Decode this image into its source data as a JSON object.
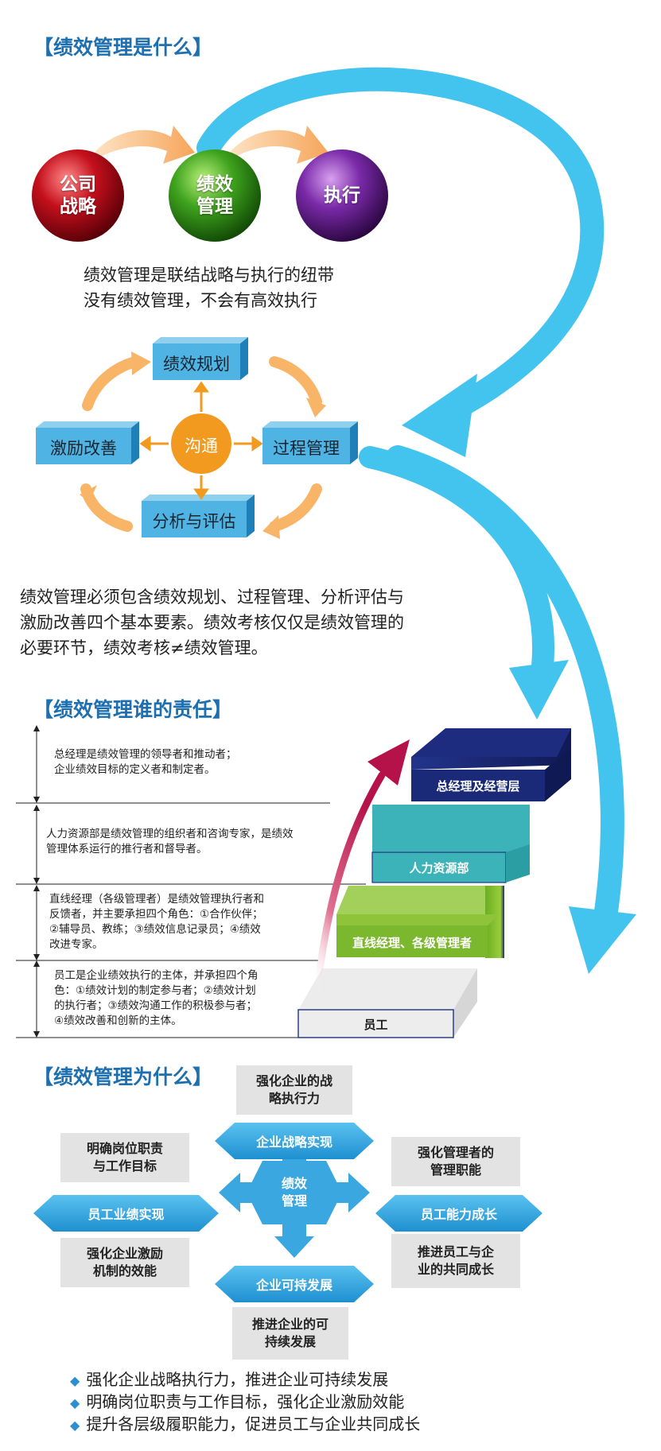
{
  "section1": {
    "heading": "【绩效管理是什么】",
    "spheres": [
      "公司\n战略",
      "绩效\n管理",
      "执行"
    ],
    "tagline": [
      "绩效管理是联结战略与执行的纽带",
      "没有绩效管理，不会有高效执行"
    ],
    "cycle": {
      "top": "绩效规划",
      "right": "过程管理",
      "bottom": "分析与评估",
      "left": "激励改善",
      "center": "沟通"
    },
    "paragraph": [
      "绩效管理必须包含绩效规划、过程管理、分析评估与",
      "激励改善四个基本要素。绩效考核仅仅是绩效管理的",
      "必要环节，绩效考核≠绩效管理。"
    ]
  },
  "section2": {
    "heading": "【绩效管理谁的责任】",
    "rows": [
      [
        "总经理是绩效管理的领导者和推动者；",
        "企业绩效目标的定义者和制定者。"
      ],
      [
        "人力资源部是绩效管理的组织者和咨询专家，是绩效",
        "管理体系运行的推行者和督导者。"
      ],
      [
        "直线经理（各级管理者）是绩效管理执行者和",
        "反馈者，并主要承担四个角色：①合作伙伴；",
        "②辅导员、教练；③绩效信息记录员；④绩效",
        "改进专家。"
      ],
      [
        "员工是企业绩效执行的主体，并承担四个角",
        "色：①绩效计划的制定参与者；②绩效计划",
        "的执行者；③绩效沟通工作的积极参与者；",
        "④绩效改善和创新的主体。"
      ]
    ],
    "steps": [
      "总经理及经营层",
      "人力资源部",
      "直线经理、各级管理者",
      "员工"
    ],
    "step_colors": [
      "#1b2a78",
      "#3bb3b8",
      "#7cb82e",
      "#e8e8e8"
    ]
  },
  "section3": {
    "heading": "【绩效管理为什么】",
    "center": "绩效\n管理",
    "top_box": "强化企业的战\n略执行力",
    "top_hex": "企业战略实现",
    "left_top_box": "明确岗位职责\n与工作目标",
    "left_hex": "员工业绩实现",
    "left_bottom_box": "强化企业激励\n机制的效能",
    "right_top_box": "强化管理者的\n管理职能",
    "right_hex": "员工能力成长",
    "right_bottom_box": "推进员工与企\n业的共同成长",
    "bottom_hex": "企业可持发展",
    "bottom_box": "推进企业的可\n持续发展",
    "bullets": [
      "强化企业战略执行力，推进企业可持续发展",
      "明确岗位职责与工作目标，强化企业激励效能",
      "提升各层级履职能力，促进员工与企业共同成长"
    ]
  }
}
